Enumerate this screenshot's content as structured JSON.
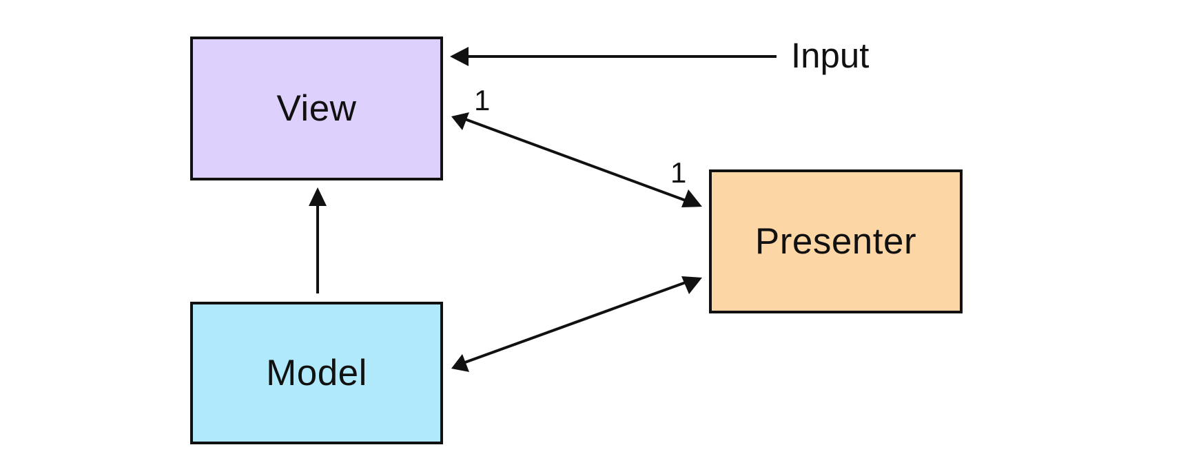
{
  "nodes": {
    "view": {
      "label": "View",
      "fill": "#ddd0fd"
    },
    "presenter": {
      "label": "Presenter",
      "fill": "#fdd6a6"
    },
    "model": {
      "label": "Model",
      "fill": "#b0e9fb"
    }
  },
  "labels": {
    "input": "Input",
    "view_multiplicity": "1",
    "presenter_multiplicity": "1"
  },
  "edges": [
    {
      "from": "input",
      "to": "view",
      "direction": "to-view"
    },
    {
      "from": "view",
      "to": "presenter",
      "direction": "bidirectional"
    },
    {
      "from": "model",
      "to": "presenter",
      "direction": "bidirectional"
    },
    {
      "from": "model",
      "to": "view",
      "direction": "to-view"
    }
  ],
  "colors": {
    "stroke": "#111111",
    "background": "#ffffff"
  }
}
